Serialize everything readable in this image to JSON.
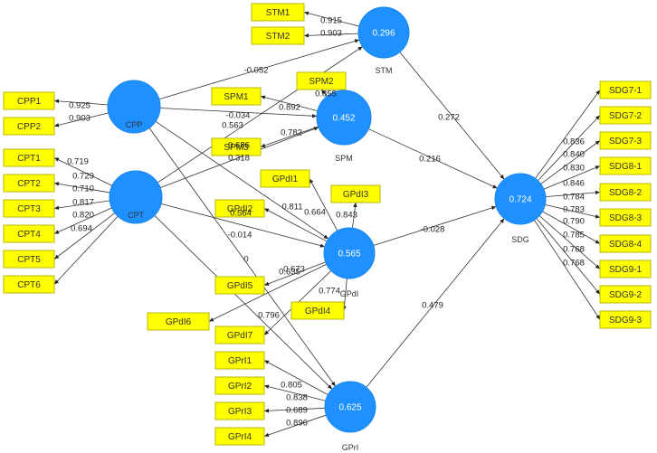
{
  "constructs": {
    "STM": {
      "label": "STM",
      "r2": "0.296"
    },
    "SPM": {
      "label": "SPM",
      "r2": "0.452"
    },
    "CPP": {
      "label": "CPP",
      "r2": ""
    },
    "CPT": {
      "label": "CPT",
      "r2": ""
    },
    "GPdI": {
      "label": "GPdI",
      "r2": "0.565"
    },
    "SDG": {
      "label": "SDG",
      "r2": "0.724"
    },
    "GPrI": {
      "label": "GPrI",
      "r2": "0.625"
    }
  },
  "indicators": [
    {
      "id": "STM1",
      "label": "STM1",
      "construct": "STM",
      "loading": "0.915"
    },
    {
      "id": "STM2",
      "label": "STM2",
      "construct": "STM",
      "loading": "0.903"
    },
    {
      "id": "SPM1",
      "label": "SPM1",
      "construct": "SPM",
      "loading": "0.892"
    },
    {
      "id": "SPM2",
      "label": "SPM2",
      "construct": "SPM",
      "loading": "0.855"
    },
    {
      "id": "SPM3",
      "label": "SPM3",
      "construct": "SPM",
      "loading": "0.782"
    },
    {
      "id": "CPP1",
      "label": "CPP1",
      "construct": "CPP",
      "loading": "0.925"
    },
    {
      "id": "CPP2",
      "label": "CPP2",
      "construct": "CPP",
      "loading": "0.903"
    },
    {
      "id": "CPT1",
      "label": "CPT1",
      "construct": "CPT",
      "loading": "0.719"
    },
    {
      "id": "CPT2",
      "label": "CPT2",
      "construct": "CPT",
      "loading": "0.729"
    },
    {
      "id": "CPT3",
      "label": "CPT3",
      "construct": "CPT",
      "loading": "0.710"
    },
    {
      "id": "CPT4",
      "label": "CPT4",
      "construct": "CPT",
      "loading": "0.817"
    },
    {
      "id": "CPT5",
      "label": "CPT5",
      "construct": "CPT",
      "loading": "0.820"
    },
    {
      "id": "CPT6",
      "label": "CPT6",
      "construct": "CPT",
      "loading": "0.694"
    },
    {
      "id": "GPdI1",
      "label": "GPdI1",
      "construct": "GPdI",
      "loading": "0.664"
    },
    {
      "id": "GPdI2",
      "label": "GPdI2",
      "construct": "GPdI",
      "loading": "0.811"
    },
    {
      "id": "GPdI3",
      "label": "GPdI3",
      "construct": "GPdI",
      "loading": "0.843"
    },
    {
      "id": "GPdI4",
      "label": "GPdI4",
      "construct": "GPdI",
      "loading": "0.774"
    },
    {
      "id": "GPdI5",
      "label": "GPdI5",
      "construct": "GPdI",
      "loading": "0.673"
    },
    {
      "id": "GPdI6",
      "label": "GPdI6",
      "construct": "GPdI",
      "loading": "0.635"
    },
    {
      "id": "GPdI7",
      "label": "GPdI7",
      "construct": "GPdI",
      "loading": "0.796"
    },
    {
      "id": "GPrI1",
      "label": "GPrI1",
      "construct": "GPrI",
      "loading": "0.805"
    },
    {
      "id": "GPrI2",
      "label": "GPrI2",
      "construct": "GPrI",
      "loading": "0.838"
    },
    {
      "id": "GPrI3",
      "label": "GPrI3",
      "construct": "GPrI",
      "loading": "0.689"
    },
    {
      "id": "GPrI4",
      "label": "GPrI4",
      "construct": "GPrI",
      "loading": "0.896"
    },
    {
      "id": "SDG7-1",
      "label": "SDG7-1",
      "construct": "SDG",
      "loading": "0.836"
    },
    {
      "id": "SDG7-2",
      "label": "SDG7-2",
      "construct": "SDG",
      "loading": "0.840"
    },
    {
      "id": "SDG7-3",
      "label": "SDG7-3",
      "construct": "SDG",
      "loading": "0.830"
    },
    {
      "id": "SDG8-1",
      "label": "SDG8-1",
      "construct": "SDG",
      "loading": "0.846"
    },
    {
      "id": "SDG8-2",
      "label": "SDG8-2",
      "construct": "SDG",
      "loading": "0.784"
    },
    {
      "id": "SDG8-3",
      "label": "SDG8-3",
      "construct": "SDG",
      "loading": "0.783"
    },
    {
      "id": "SDG8-4",
      "label": "SDG8-4",
      "construct": "SDG",
      "loading": "0.790"
    },
    {
      "id": "SDG9-1",
      "label": "SDG9-1",
      "construct": "SDG",
      "loading": "0.785"
    },
    {
      "id": "SDG9-2",
      "label": "SDG9-2",
      "construct": "SDG",
      "loading": "0.768"
    },
    {
      "id": "SDG9-3",
      "label": "SDG9-3",
      "construct": "SDG",
      "loading": "0.768"
    }
  ],
  "paths": [
    {
      "from": "CPP",
      "to": "STM",
      "coef": "-0.052"
    },
    {
      "from": "CPP",
      "to": "SPM",
      "coef": "-0.034"
    },
    {
      "from": "CPP",
      "to": "GPdI",
      "coef": "0.318"
    },
    {
      "from": "CPP",
      "to": "GPrI",
      "coef": "-0.014"
    },
    {
      "from": "CPT",
      "to": "STM",
      "coef": "0.563"
    },
    {
      "from": "CPT",
      "to": "SPM",
      "coef": "0.686"
    },
    {
      "from": "CPT",
      "to": "GPdI",
      "coef": "0.564"
    },
    {
      "from": "CPT",
      "to": "GPrI",
      "coef": "0"
    },
    {
      "from": "STM",
      "to": "SDG",
      "coef": "0.272"
    },
    {
      "from": "SPM",
      "to": "SDG",
      "coef": "0.216"
    },
    {
      "from": "GPdI",
      "to": "SDG",
      "coef": "-0.028"
    },
    {
      "from": "GPrI",
      "to": "SDG",
      "coef": "0.479"
    }
  ]
}
